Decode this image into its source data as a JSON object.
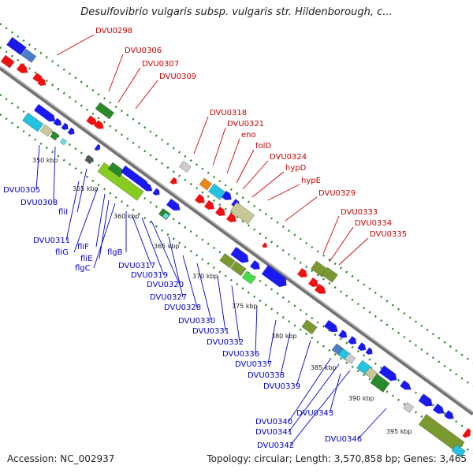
{
  "title": "Desulfovibrio vulgaris subsp. vulgaris str. Hildenborough, c...",
  "footer": {
    "accession": "Accession: NC_002937",
    "topology": "Topology: circular; Length: 3,570,858 bp; Genes: 3,465"
  },
  "colors": {
    "forward_label": "#cc0000",
    "reverse_label": "#0000cc",
    "backbone": "#888888",
    "tick": "#2a8a2a"
  },
  "kbp_labels": [
    "350 kbp",
    "355 kbp",
    "360 kbp",
    "365 kbp",
    "370 kbp",
    "375 kbp",
    "380 kbp",
    "385 kbp",
    "390 kbp",
    "395 kbp"
  ],
  "forward_labels": [
    "DVU0298",
    "DVU0306",
    "DVU0307",
    "DVU0309",
    "DVU0318",
    "DVU0321",
    "eno",
    "folD",
    "DVU0324",
    "hypD",
    "hypE",
    "DVU0329",
    "DVU0333",
    "DVU0334",
    "DVU0335"
  ],
  "reverse_labels": [
    "DVU0305",
    "DVU0308",
    "fliI",
    "DVU0311",
    "fliG",
    "fliF",
    "fliE",
    "flgC",
    "flgB",
    "DVU0317",
    "DVU0319",
    "DVU0320",
    "DVU0327",
    "DVU0328",
    "DVU0330",
    "DVU0331",
    "DVU0332",
    "DVU0336",
    "DVU0337",
    "DVU0338",
    "DVU0339",
    "DVU0340",
    "DVU0341",
    "DVU0342",
    "DVU0343",
    "DVU0346"
  ]
}
